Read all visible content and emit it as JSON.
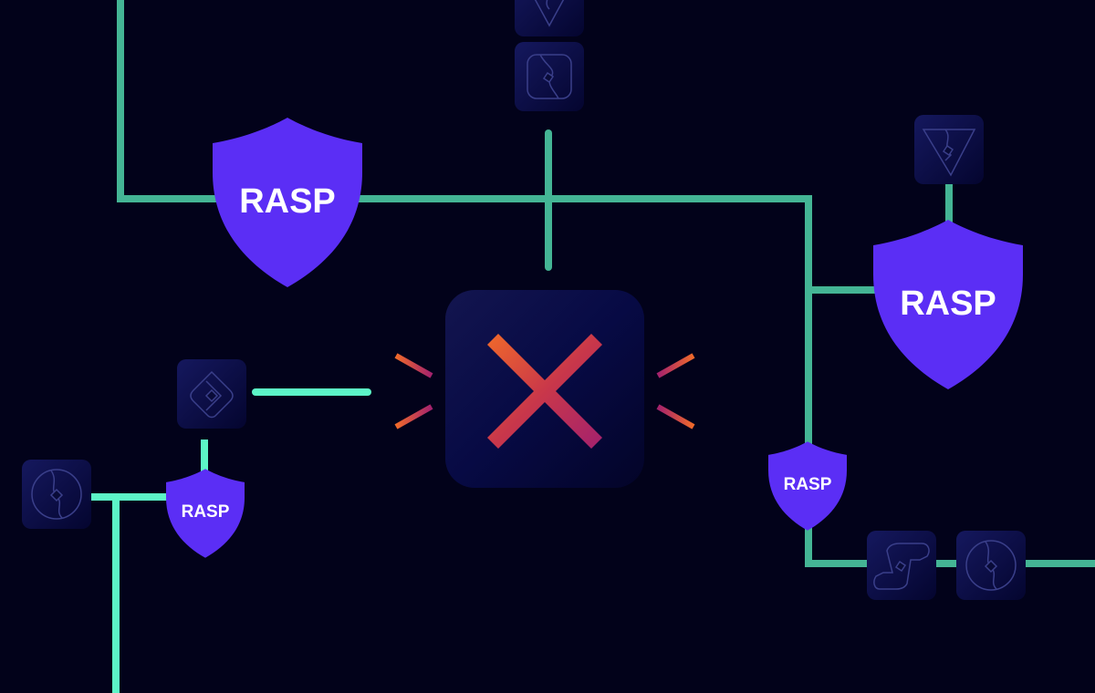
{
  "diagram": {
    "title": "RASP blocking attack across application services",
    "colors": {
      "background": "#02021a",
      "connector": "#44b595",
      "connector_bright": "#5cf5c7",
      "shield": "#5b2ef5",
      "shield_text": "#ffffff",
      "tile_top": "#13165a",
      "tile_bottom": "#050636",
      "glyph_stroke": "#3a3f8a",
      "block_gradient_start": "#f06a2a",
      "block_gradient_end": "#a11f6e"
    },
    "center_node": {
      "label": "blocked",
      "icon": "x-icon"
    },
    "shields": [
      {
        "id": "shield-top-left",
        "label": "RASP",
        "size": "large"
      },
      {
        "id": "shield-right",
        "label": "RASP",
        "size": "large"
      },
      {
        "id": "shield-mid-right",
        "label": "RASP",
        "size": "small"
      },
      {
        "id": "shield-bottom-left",
        "label": "RASP",
        "size": "small"
      }
    ],
    "services": [
      {
        "id": "service-top-partial",
        "icon": "v-logo-icon"
      },
      {
        "id": "service-top",
        "icon": "square-logo-icon"
      },
      {
        "id": "service-right-top",
        "icon": "v-logo-icon"
      },
      {
        "id": "service-left",
        "icon": "diamond-logo-icon"
      },
      {
        "id": "service-far-left",
        "icon": "circle-logo-icon"
      },
      {
        "id": "service-bottom-right-a",
        "icon": "s-logo-icon"
      },
      {
        "id": "service-bottom-right-b",
        "icon": "circle-logo-icon"
      }
    ]
  }
}
